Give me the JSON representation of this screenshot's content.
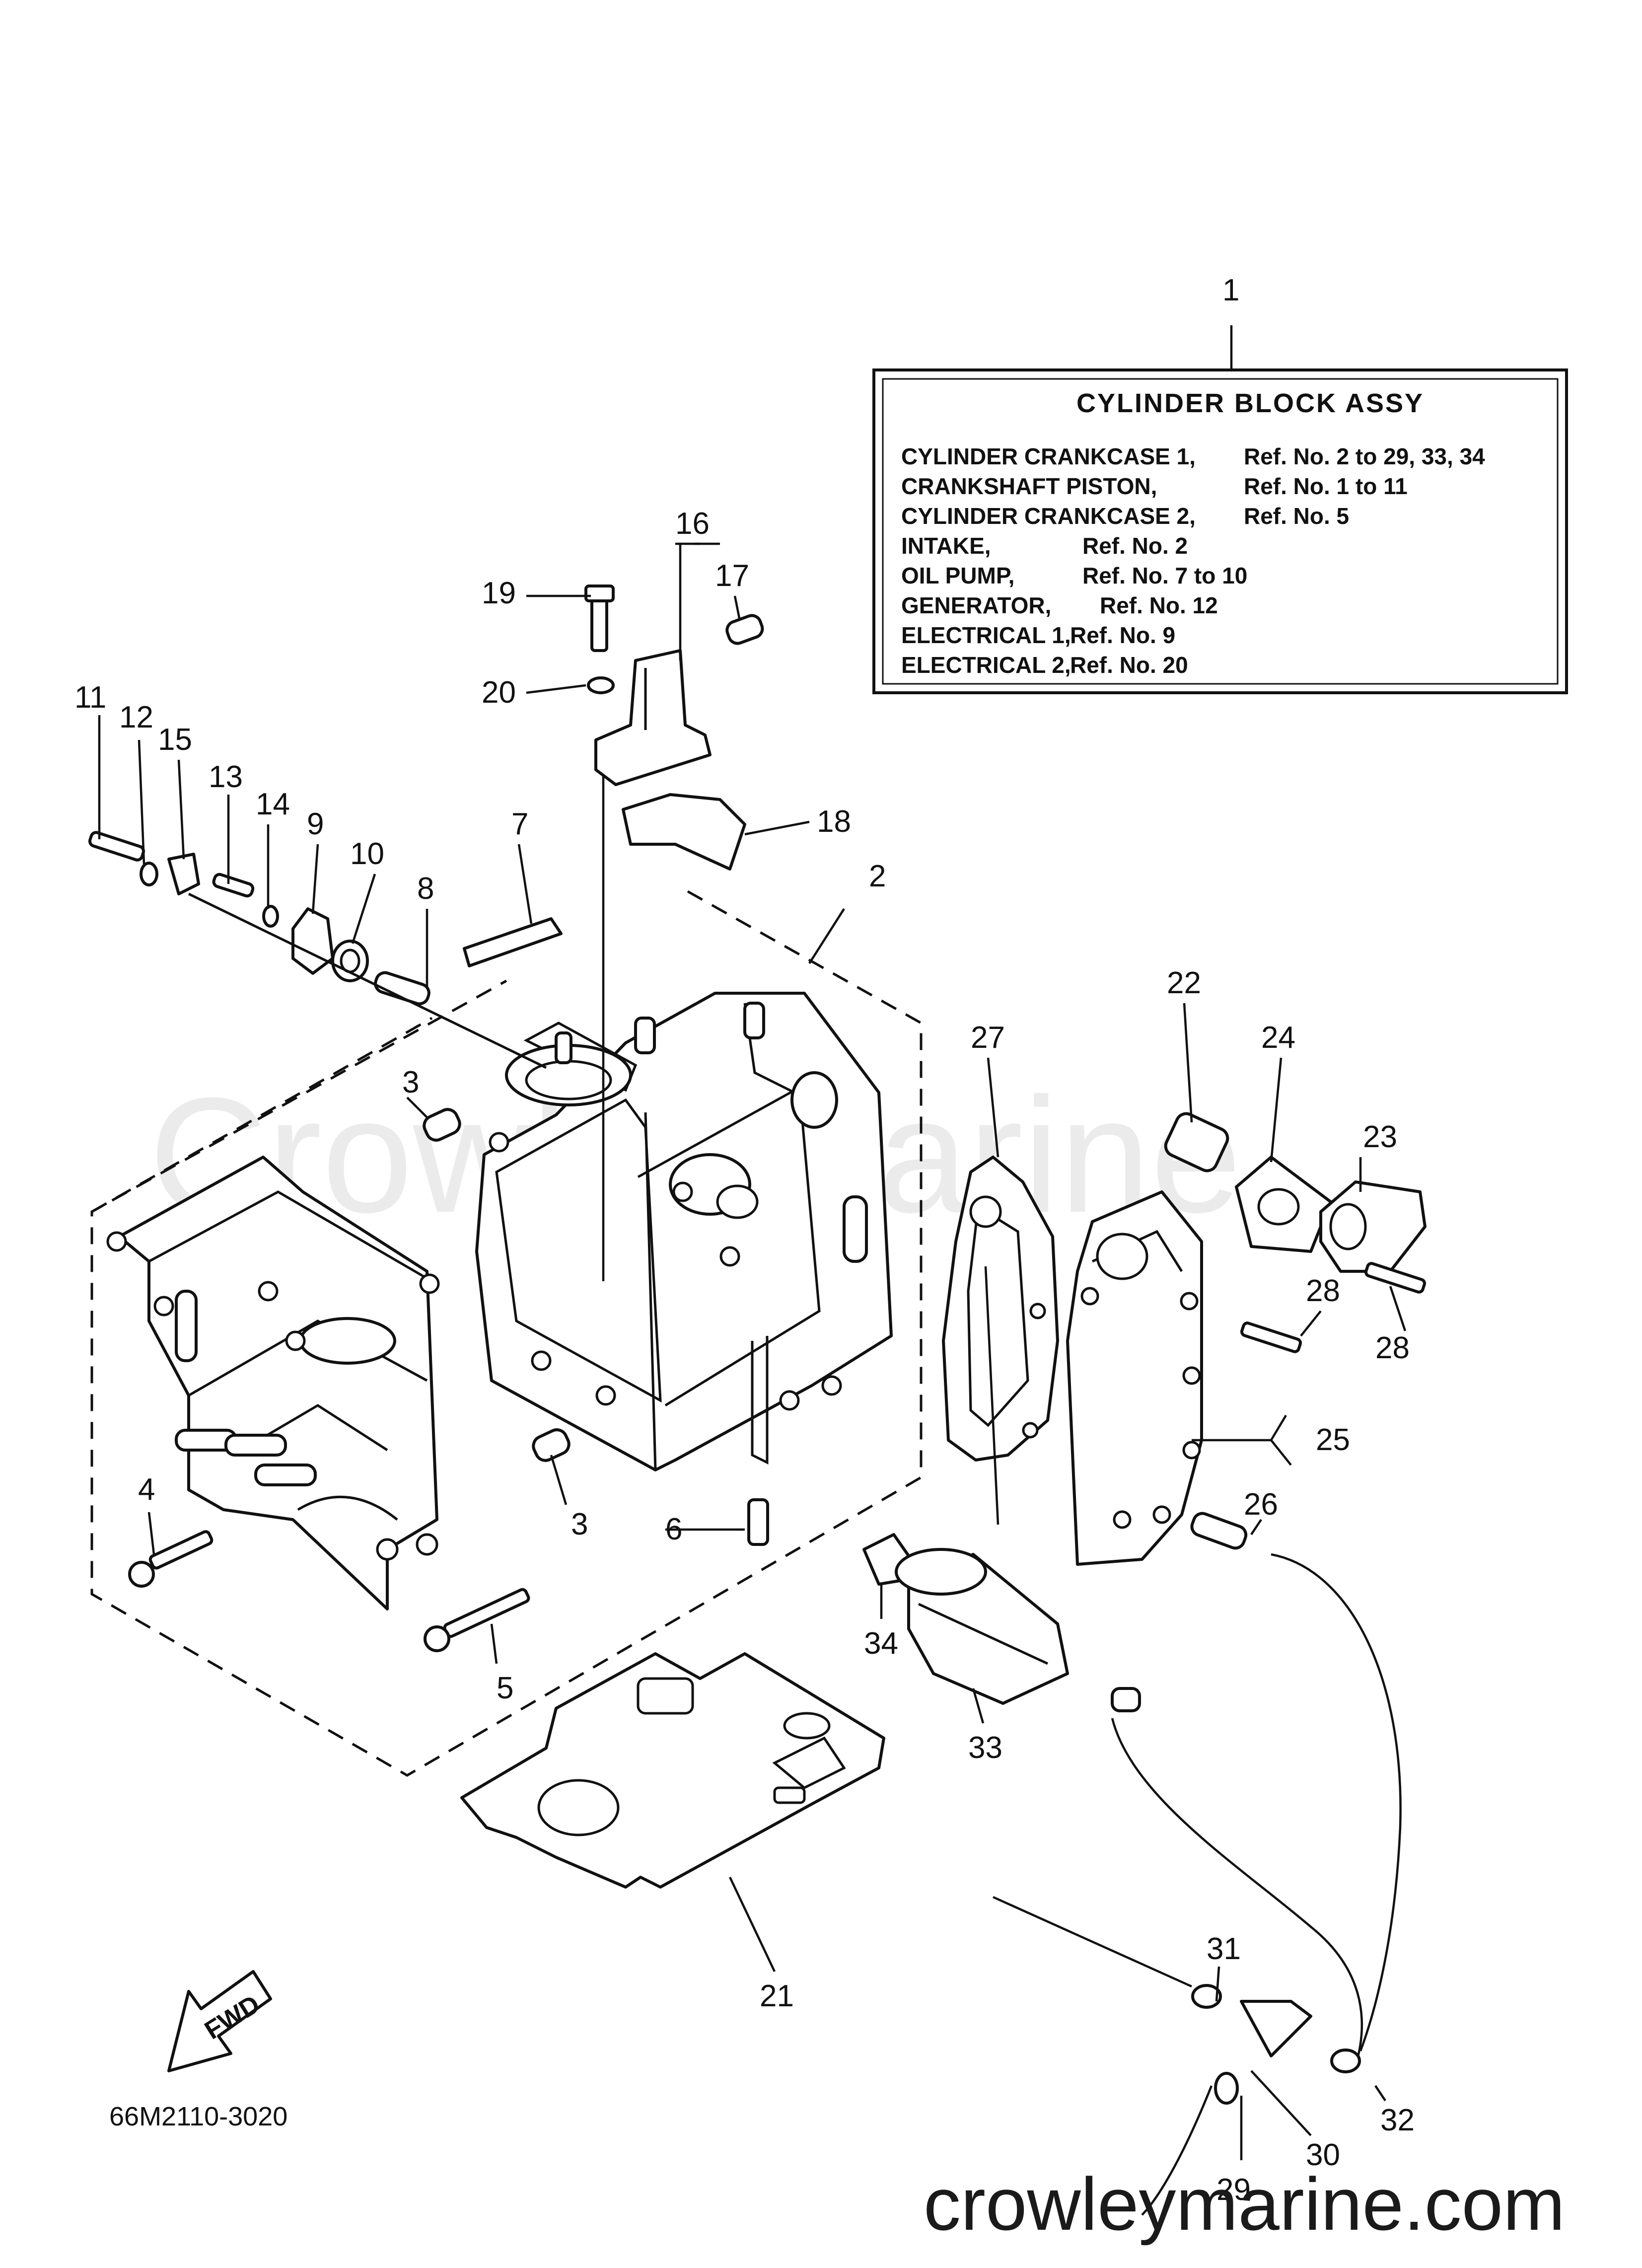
{
  "watermark": "CrowleyMarine",
  "site_footer": "crowleymarine.com",
  "diagram_code": "66M2110-3020",
  "fwd_label": "FWD",
  "legend": {
    "ref_no": "1",
    "title": "CYLINDER BLOCK ASSY",
    "rows": [
      {
        "name": "CYLINDER CRANKCASE 1,",
        "ref": "Ref. No. 2 to 29, 33, 34"
      },
      {
        "name": "CRANKSHAFT PISTON,",
        "ref": "Ref. No. 1 to 11"
      },
      {
        "name": "CYLINDER CRANKCASE 2,",
        "ref": "Ref. No. 5"
      },
      {
        "name": "INTAKE,",
        "ref": "Ref. No. 2"
      },
      {
        "name": "OIL PUMP,",
        "ref": "Ref. No. 7 to 10"
      },
      {
        "name": "GENERATOR,",
        "ref": "Ref. No. 12"
      },
      {
        "name": "ELECTRICAL 1,",
        "ref": "Ref. No. 9"
      },
      {
        "name": "ELECTRICAL 2,",
        "ref": "Ref. No. 20"
      }
    ]
  },
  "callouts": {
    "c2": "2",
    "c3a": "3",
    "c3b": "3",
    "c4": "4",
    "c5": "5",
    "c6": "6",
    "c7": "7",
    "c8": "8",
    "c9": "9",
    "c10": "10",
    "c11": "11",
    "c12": "12",
    "c13": "13",
    "c14": "14",
    "c15": "15",
    "c16": "16",
    "c17": "17",
    "c18": "18",
    "c19": "19",
    "c20": "20",
    "c21": "21",
    "c22": "22",
    "c23": "23",
    "c24": "24",
    "c25": "25",
    "c26": "26",
    "c27": "27",
    "c28a": "28",
    "c28b": "28",
    "c29": "29",
    "c30": "30",
    "c31": "31",
    "c32": "32",
    "c33": "33",
    "c34": "34"
  }
}
